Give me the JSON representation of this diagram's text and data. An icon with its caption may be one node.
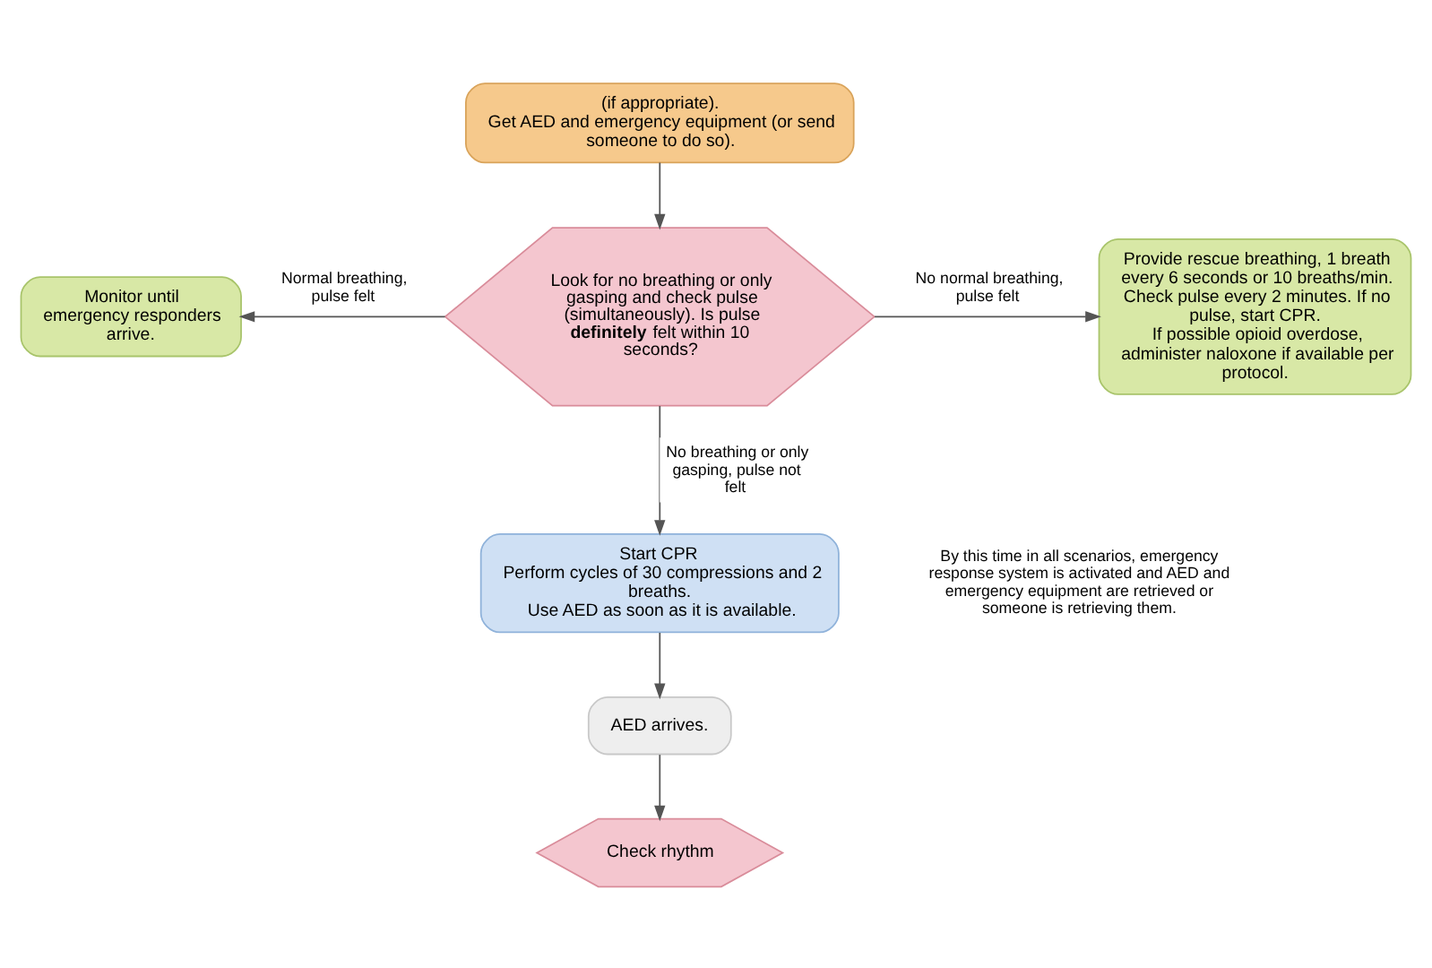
{
  "diagram": {
    "nodes": [
      {
        "text": [
          "(if appropriate).",
          "Get AED and emergency equipment (or send someone to do so)."
        ]
      },
      {
        "text": [
          "Look for no breathing or only gasping and check pulse (simultaneously). Is pulse **definitely** felt within 10 seconds?"
        ]
      },
      {
        "text": [
          "Monitor until emergency responders arrive."
        ]
      },
      {
        "text": [
          "Provide rescue breathing, 1 breath every 6 seconds or 10 breaths/min.",
          "Check pulse every 2 minutes. If no pulse, start CPR.",
          "If possible opioid overdose, administer naloxone if available per protocol."
        ]
      },
      {
        "text": [
          "Start CPR",
          "Perform cycles of 30 compressions and 2 breaths.",
          "Use AED as soon as it is available."
        ]
      },
      {
        "text": [
          "AED arrives."
        ]
      },
      {
        "text": [
          "Check rhythm"
        ]
      }
    ],
    "edges": [
      {
        "from": 0,
        "to": 1,
        "arrow": "to"
      },
      {
        "from": 1,
        "to": 2,
        "arrow": "to",
        "label": "Normal breathing, pulse felt"
      },
      {
        "from": 1,
        "to": 3,
        "arrow": "to",
        "label": "No normal breathing, pulse felt"
      },
      {
        "from": 1,
        "to": 4,
        "arrow": "to",
        "label": "No breathing or only gasping, pulse not felt"
      },
      {
        "from": 4,
        "to": 5,
        "arrow": "to"
      },
      {
        "from": 5,
        "to": 6,
        "arrow": "to"
      }
    ],
    "labels": [
      "By this time in all scenarios, emergency response system is activated and AED and emergency equipment are retrieved or someone is retrieving them."
    ]
  }
}
